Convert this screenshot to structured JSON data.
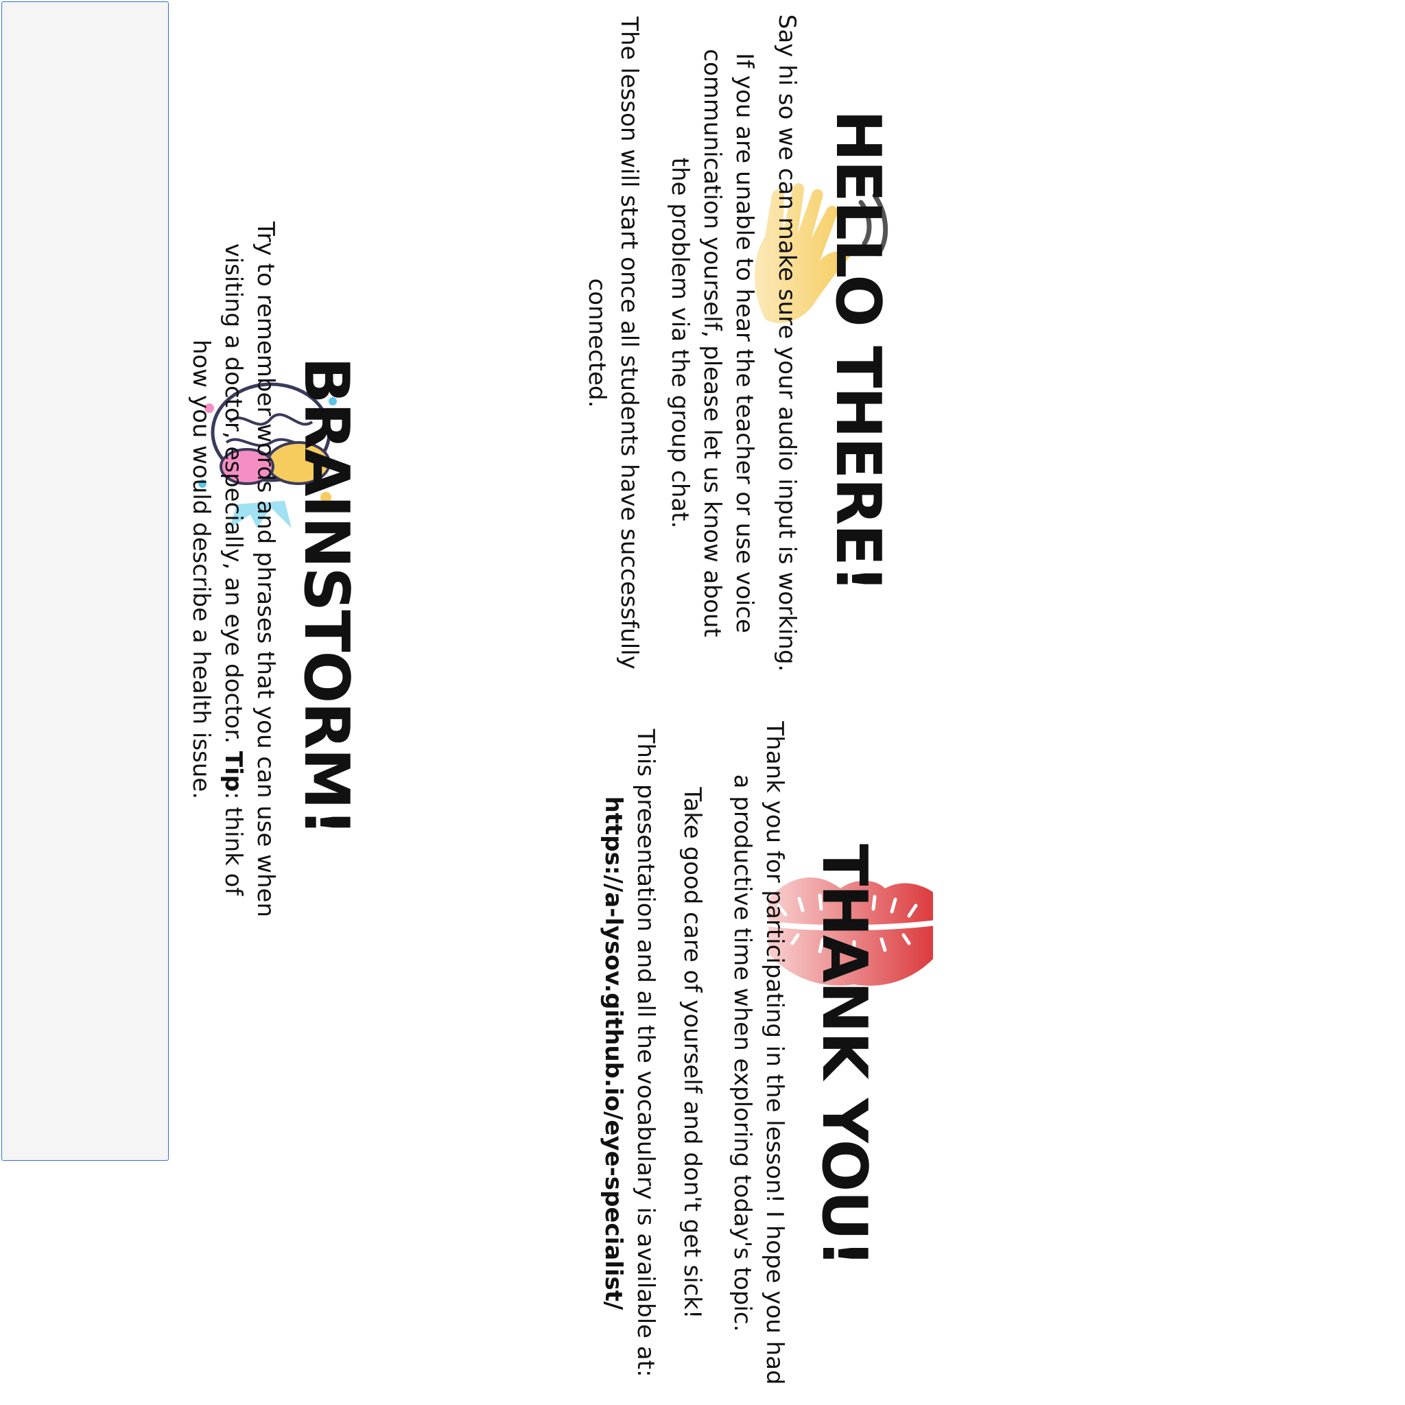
{
  "slides": {
    "hello": {
      "title": "HELLO THERE!",
      "icon": "waving-hand-icon",
      "p1": "Say hi so we can make sure your audio input is working.",
      "p2": "If you are unable to hear the teacher or use voice communication yourself, please let us know about the problem via the group chat.",
      "p3": "The lesson will start once all students have successfully connected."
    },
    "brainstorm": {
      "title": "BRAINSTORM!",
      "icon": "brain-icon",
      "p1_before": "Try to remember words and phrases that you can use when visiting a doctor, especially, an eye doctor. ",
      "p1_tip": "Tip",
      "p1_after": ": think of how you would describe a health issue."
    },
    "thanks": {
      "title": "THANK YOU!",
      "icon": "kiss-lips-icon",
      "p1": "Thank you for participating in the lesson! I hope you had a productive time when exploring today's topic.",
      "p2": "Take good care of yourself and don't get sick!",
      "p3": "This presentation and all the vocabulary is available at:",
      "link": "https://a-lysov.github.io/eye-specialist/"
    }
  },
  "colors": {
    "panel_border": "#2f6fdb",
    "panel_bg": "#f5f5f5",
    "hand": "#f6cc5e",
    "lips": "#d8262a",
    "brain_splash": "#5cc6e8"
  }
}
